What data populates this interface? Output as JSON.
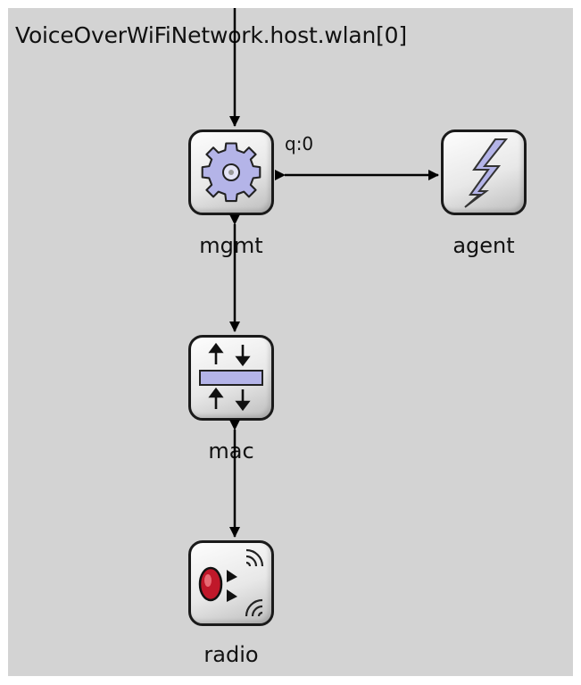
{
  "network_path": "VoiceOverWiFiNetwork.host.wlan[0]",
  "modules": {
    "mgmt": {
      "label": "mgmt",
      "icon": "gear-icon"
    },
    "agent": {
      "label": "agent",
      "icon": "lightning-icon"
    },
    "mac": {
      "label": "mac",
      "icon": "queue-arrows-icon"
    },
    "radio": {
      "label": "radio",
      "icon": "radio-antenna-icon"
    }
  },
  "gate_label": "q:0",
  "colors": {
    "canvas_bg": "#d3d3d3",
    "icon_fill": "#b4b4e8",
    "radio_red": "#c0182a",
    "link": "#000000"
  }
}
